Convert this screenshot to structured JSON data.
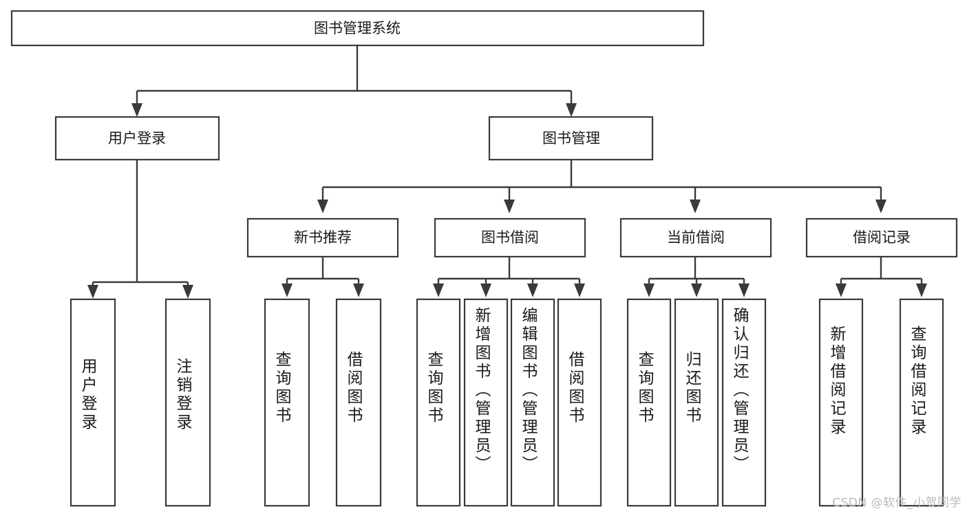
{
  "diagram": {
    "type": "tree",
    "title": "图书管理系统",
    "orientation": "top-down",
    "colors": {
      "stroke": "#3a3a3a",
      "box_fill": "#ffffff",
      "text": "#1a1a1a",
      "background": "#ffffff",
      "watermark": "#b9b9b9"
    },
    "root": {
      "label": "图书管理系统",
      "level": 0
    },
    "level1": [
      {
        "label": "用户登录"
      },
      {
        "label": "图书管理"
      }
    ],
    "level2": [
      {
        "label": "新书推荐"
      },
      {
        "label": "图书借阅"
      },
      {
        "label": "当前借阅"
      },
      {
        "label": "借阅记录"
      }
    ],
    "leaves": {
      "user_login": [
        {
          "label": "用户登录"
        },
        {
          "label": "注销登录"
        }
      ],
      "new_book_recommend": [
        {
          "label": "查询图书"
        },
        {
          "label": "借阅图书"
        }
      ],
      "book_borrow": [
        {
          "label": "查询图书"
        },
        {
          "label": "新增图书（管理员）"
        },
        {
          "label": "编辑图书（管理员）"
        },
        {
          "label": "借阅图书"
        }
      ],
      "current_borrow": [
        {
          "label": "查询图书"
        },
        {
          "label": "归还图书"
        },
        {
          "label": "确认归还（管理员）"
        }
      ],
      "borrow_record": [
        {
          "label": "新增借阅记录"
        },
        {
          "label": "查询借阅记录"
        }
      ]
    }
  },
  "watermark": {
    "text": "CSDN @软件_小贺同学"
  }
}
